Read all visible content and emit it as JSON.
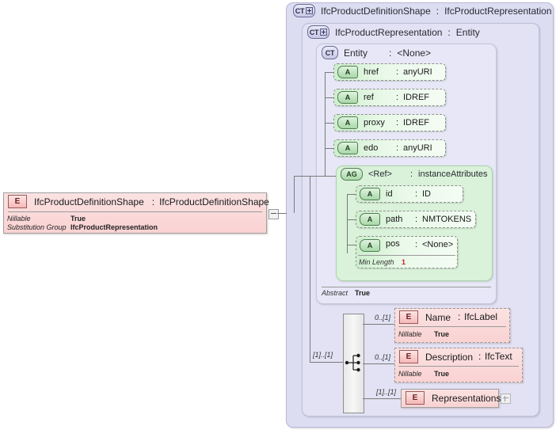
{
  "diagram": {
    "title": "IfcProductDefinitionShape XSD schema diagram",
    "colors": {
      "complex_type_bg": "#ddddf2",
      "attribute_bg": "#d9f2d9",
      "element_bg": "#fad2d2",
      "accent_number": "#cc2222"
    }
  },
  "root_element": {
    "icon": "E",
    "name": "IfcProductDefinitionShape",
    "separator": ":",
    "type": "IfcProductDefinitionShape",
    "properties": [
      {
        "label": "Nillable",
        "value": "True"
      },
      {
        "label": "Substitution Group",
        "value": "IfcProductRepresentation"
      }
    ]
  },
  "outer_complex_type": {
    "icon": "CT",
    "expand_icon": "plus",
    "name": "IfcProductDefinitionShape",
    "separator": ":",
    "type": "IfcProductRepresentation"
  },
  "middle_complex_type": {
    "icon": "CT",
    "expand_icon": "plus",
    "name": "IfcProductRepresentation",
    "separator": ":",
    "type": "Entity"
  },
  "entity_complex_type": {
    "icon": "CT",
    "name": "Entity",
    "separator": ":",
    "type": "<None>",
    "footer": {
      "label": "Abstract",
      "value": "True"
    }
  },
  "entity_attributes": [
    {
      "icon": "A",
      "name": "href",
      "separator": ":",
      "type": "anyURI"
    },
    {
      "icon": "A",
      "name": "ref",
      "separator": ":",
      "type": "IDREF"
    },
    {
      "icon": "A",
      "name": "proxy",
      "separator": ":",
      "type": "IDREF"
    },
    {
      "icon": "A",
      "name": "edo",
      "separator": ":",
      "type": "anyURI"
    }
  ],
  "attribute_group": {
    "icon": "AG",
    "name": "<Ref>",
    "separator": ":",
    "type": "instanceAttributes",
    "attributes": [
      {
        "icon": "A",
        "name": "id",
        "separator": ":",
        "type": "ID"
      },
      {
        "icon": "A",
        "name": "path",
        "separator": ":",
        "type": "NMTOKENS"
      },
      {
        "icon": "A",
        "name": "pos",
        "separator": ":",
        "type": "<None>",
        "facet": {
          "label": "Min Length",
          "value": "1"
        }
      }
    ]
  },
  "sequence": {
    "symbol": "sequence-compositor",
    "cardinality": "[1]..[1]",
    "children": [
      {
        "cardinality": "0..[1]",
        "icon": "E",
        "name": "Name",
        "separator": ":",
        "type": "IfcLabel",
        "properties": [
          {
            "label": "Nillable",
            "value": "True"
          }
        ],
        "dashed": true
      },
      {
        "cardinality": "0..[1]",
        "icon": "E",
        "name": "Description",
        "separator": ":",
        "type": "IfcText",
        "properties": [
          {
            "label": "Nillable",
            "value": "True"
          }
        ],
        "dashed": true
      },
      {
        "cardinality": "[1]..[1]",
        "icon": "E",
        "name": "Representations",
        "separator": "",
        "type": "",
        "properties": [],
        "dashed": false,
        "expandable": true
      }
    ]
  }
}
